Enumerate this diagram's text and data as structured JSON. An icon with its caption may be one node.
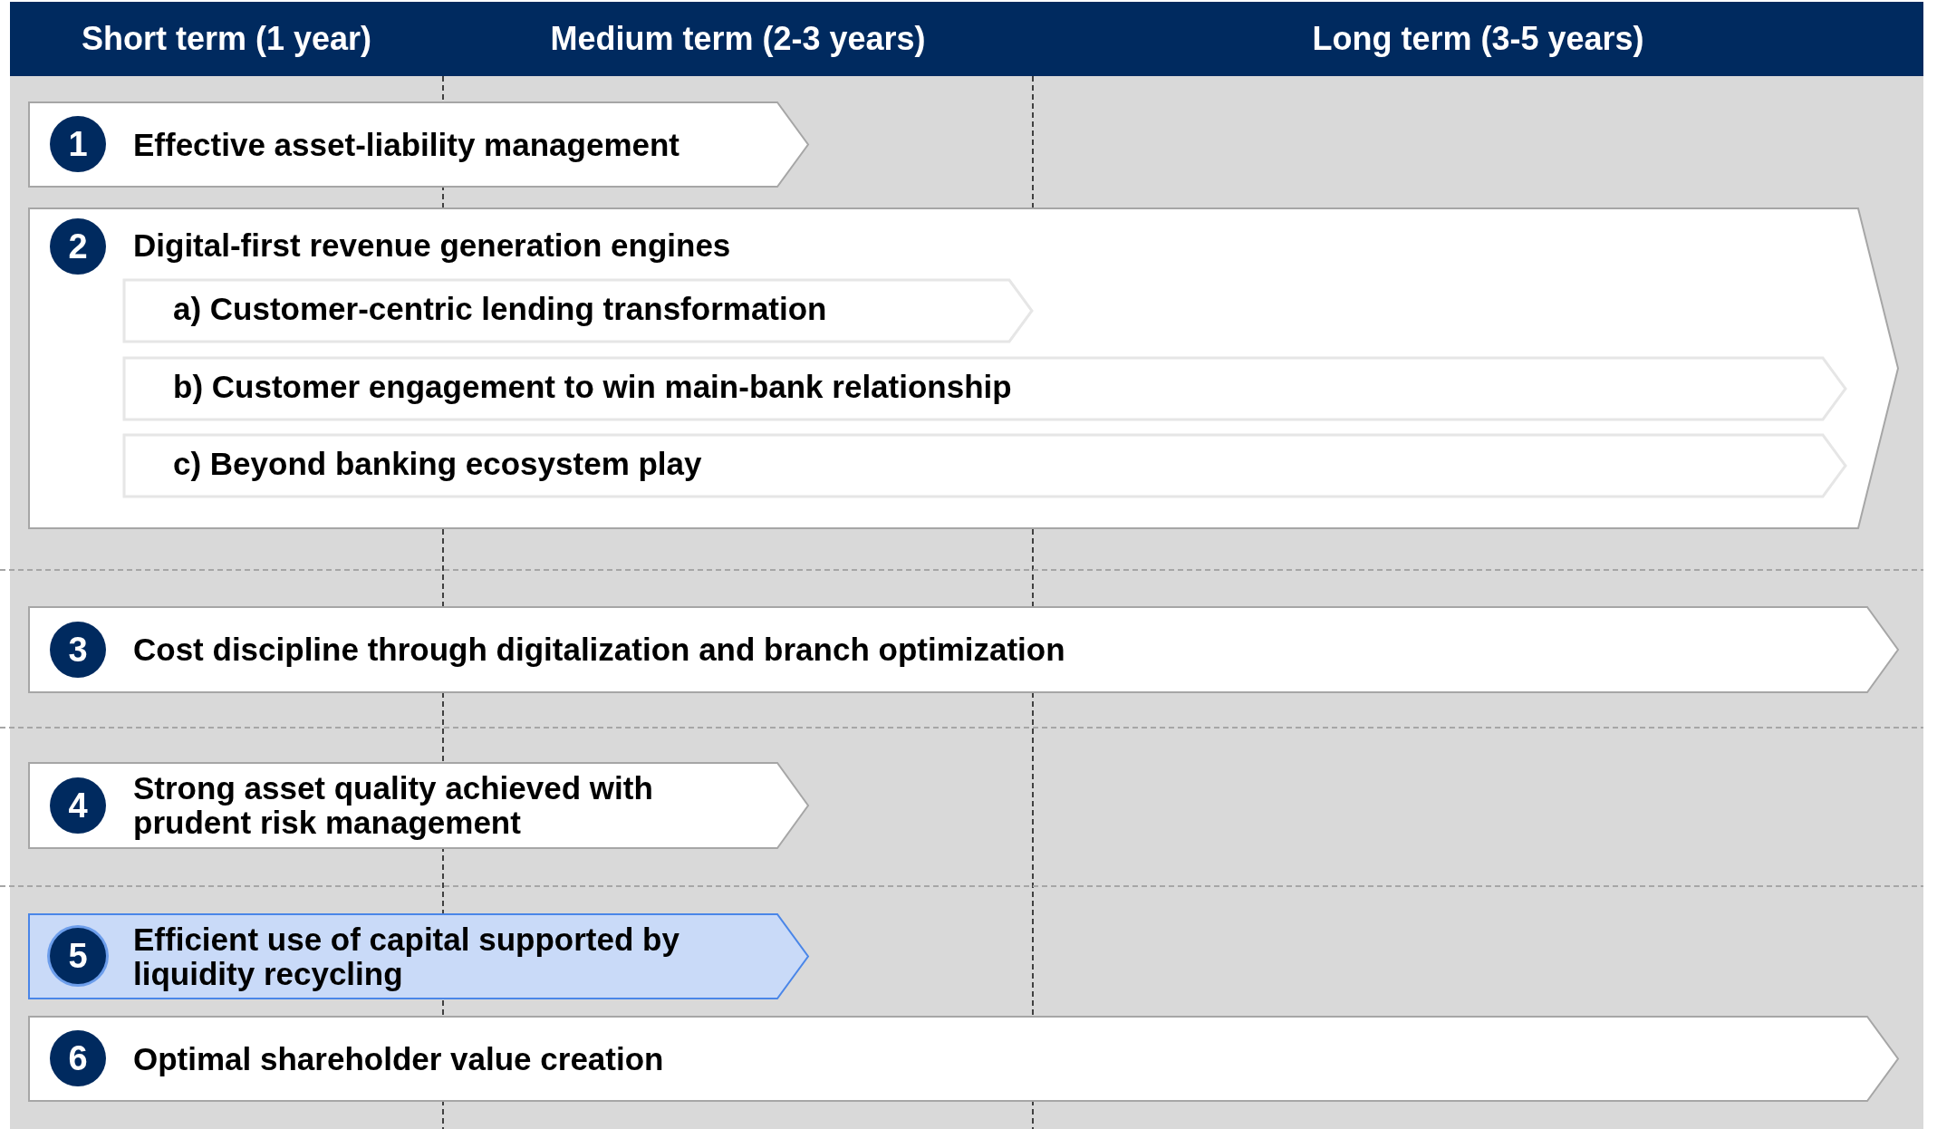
{
  "diagram": {
    "nodes": [
      {
        "text": [
          "Short term (1 year)"
        ]
      },
      {
        "text": [
          "Medium term (2-3 years)"
        ]
      },
      {
        "text": [
          "Long term (3-5 years)"
        ]
      },
      {
        "text": [
          "Effective asset-liability management"
        ]
      },
      {
        "text": [
          "1"
        ],
        "in": 3
      },
      {
        "text": [
          "Digital-first revenue generation engines"
        ]
      },
      {
        "text": [
          "2"
        ],
        "in": 5
      },
      {
        "text": [
          "a) Customer-centric lending transformation"
        ],
        "in": 5
      },
      {
        "text": [
          "b) Customer engagement to win main-bank relationship"
        ],
        "in": 5
      },
      {
        "text": [
          "c) Beyond banking ecosystem play"
        ],
        "in": 5
      },
      {
        "text": [
          "Cost discipline through digitalization and branch optimization"
        ]
      },
      {
        "text": [
          "3"
        ],
        "in": 10
      },
      {
        "text": [
          "Strong asset quality achieved with prudent risk management"
        ]
      },
      {
        "text": [
          "4"
        ],
        "in": 12
      },
      {
        "text": [
          "Efficient use of capital supported by liquidity recycling"
        ]
      },
      {
        "text": [
          "5"
        ],
        "in": 14
      },
      {
        "text": [
          "Optimal shareholder value creation"
        ]
      },
      {
        "text": [
          "6"
        ],
        "in": 16
      }
    ]
  }
}
